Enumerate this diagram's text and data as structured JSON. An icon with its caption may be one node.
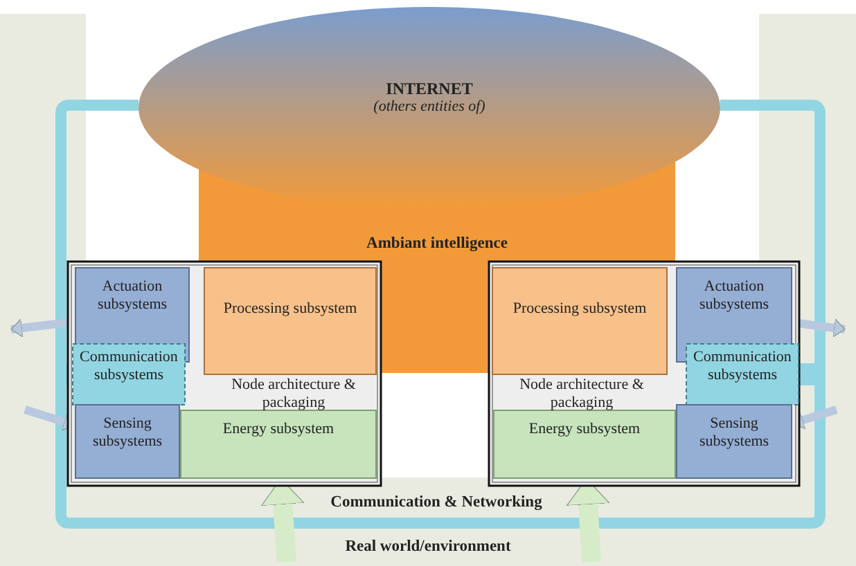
{
  "diagram": {
    "nodes": [
      {
        "text": [
          "INTERNET",
          "(others entities of)"
        ]
      },
      {
        "text": [
          "Ambiant intelligence"
        ]
      },
      {
        "text": [
          "Node architecture & packaging"
        ]
      },
      {
        "text": [
          "Actuation subsystems"
        ],
        "in": 2
      },
      {
        "text": [
          "Processing subsystem"
        ]
      },
      {
        "text": [
          "Communication subsystems"
        ],
        "in": 2
      },
      {
        "text": [
          "Sensing subsystems"
        ],
        "in": 2
      },
      {
        "text": [
          "Energy subsystem"
        ],
        "in": 2
      },
      {
        "text": [
          "Node architecture & packaging"
        ]
      },
      {
        "text": [
          "Processing subsystem"
        ]
      },
      {
        "text": [
          "Actuation subsystems"
        ],
        "in": 8
      },
      {
        "text": [
          "Communication subsystems"
        ],
        "in": 8
      },
      {
        "text": [
          "Sensing subsystems"
        ],
        "in": 8
      },
      {
        "text": [
          "Energy subsystem"
        ],
        "in": 8
      }
    ],
    "edges": [
      {
        "from": 3,
        "to": null,
        "arrow": "to"
      },
      {
        "from": null,
        "to": 6,
        "arrow": "to"
      },
      {
        "from": null,
        "to": 7,
        "arrow": "to",
        "color": "#d6ecc8"
      },
      {
        "from": 10,
        "to": null,
        "arrow": "to"
      },
      {
        "from": null,
        "to": 12,
        "arrow": "to"
      },
      {
        "from": null,
        "to": 13,
        "arrow": "to",
        "color": "#d6ecc8"
      },
      {
        "from": 5,
        "to": 11,
        "arrow": "none",
        "color": "#92d5e2"
      },
      {
        "from": 5,
        "to": 0,
        "arrow": "none",
        "color": "#92d5e2"
      },
      {
        "from": 11,
        "to": 0,
        "arrow": "none",
        "color": "#92d5e2"
      }
    ],
    "labels": [
      "Communication & Networking",
      "Real world/environment"
    ]
  }
}
